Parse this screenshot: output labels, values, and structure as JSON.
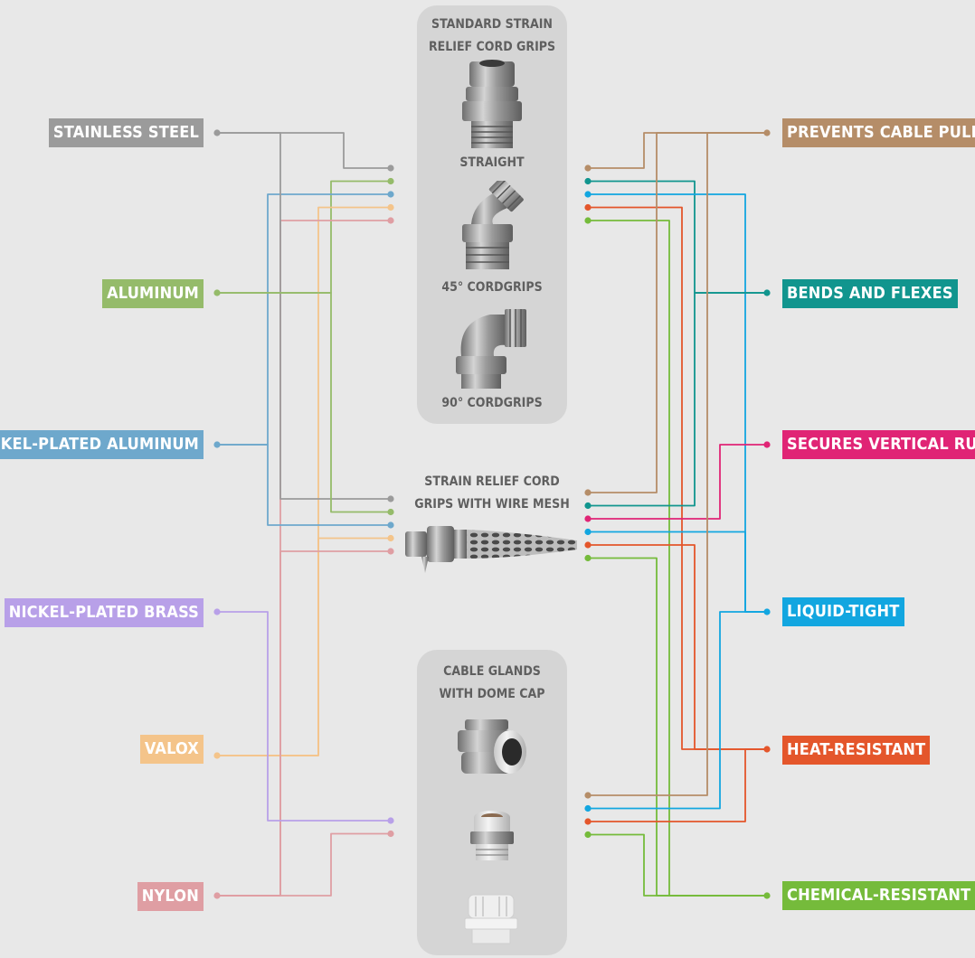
{
  "colors": {
    "stainless_steel": "#9b9b9b",
    "aluminum": "#95bb6a",
    "nickel_plated_aluminum": "#6ea8cc",
    "nickel_plated_brass": "#b8a0e8",
    "valox": "#f4c48a",
    "nylon": "#df9ea3",
    "prevents_cable_pullout": "#b58d68",
    "bends_and_flexes": "#11958e",
    "secures_vertical_runs": "#e02475",
    "liquid_tight": "#12a6e0",
    "heat_resistant": "#e4562b",
    "chemical_resistant": "#75bb3b",
    "panel": "#d5d5d5",
    "background": "#e8e8e8"
  },
  "materials": [
    {
      "key": "stainless_steel",
      "label": "STAINLESS STEEL"
    },
    {
      "key": "aluminum",
      "label": "ALUMINUM"
    },
    {
      "key": "nickel_plated_aluminum",
      "label": "NICKEL-PLATED ALUMINUM"
    },
    {
      "key": "nickel_plated_brass",
      "label": "NICKEL-PLATED BRASS"
    },
    {
      "key": "valox",
      "label": "VALOX"
    },
    {
      "key": "nylon",
      "label": "NYLON"
    }
  ],
  "features": [
    {
      "key": "prevents_cable_pullout",
      "label": "PREVENTS CABLE PULLOUT"
    },
    {
      "key": "bends_and_flexes",
      "label": "BENDS AND FLEXES"
    },
    {
      "key": "secures_vertical_runs",
      "label": "SECURES VERTICAL RUNS"
    },
    {
      "key": "liquid_tight",
      "label": "LIQUID-TIGHT"
    },
    {
      "key": "heat_resistant",
      "label": "HEAT-RESISTANT"
    },
    {
      "key": "chemical_resistant",
      "label": "CHEMICAL-RESISTANT"
    }
  ],
  "groups": {
    "standard": {
      "title_line1": "STANDARD STRAIN",
      "title_line2": "RELIEF CORD GRIPS",
      "items": [
        "STRAIGHT",
        "45° CORDGRIPS",
        "90° CORDGRIPS"
      ],
      "materials": [
        "stainless_steel",
        "aluminum",
        "nickel_plated_aluminum",
        "valox",
        "nylon"
      ],
      "features": [
        "prevents_cable_pullout",
        "bends_and_flexes",
        "liquid_tight",
        "heat_resistant",
        "chemical_resistant"
      ]
    },
    "wire_mesh": {
      "title_line1": "STRAIN RELIEF CORD",
      "title_line2": "GRIPS WITH WIRE MESH",
      "materials": [
        "stainless_steel",
        "aluminum",
        "nickel_plated_aluminum",
        "valox",
        "nylon"
      ],
      "features": [
        "prevents_cable_pullout",
        "bends_and_flexes",
        "secures_vertical_runs",
        "liquid_tight",
        "heat_resistant",
        "chemical_resistant"
      ]
    },
    "dome_cap": {
      "title_line1": "CABLE GLANDS",
      "title_line2": "WITH DOME CAP",
      "materials": [
        "nickel_plated_brass",
        "nylon"
      ],
      "features": [
        "prevents_cable_pullout",
        "liquid_tight",
        "heat_resistant",
        "chemical_resistant"
      ]
    }
  }
}
